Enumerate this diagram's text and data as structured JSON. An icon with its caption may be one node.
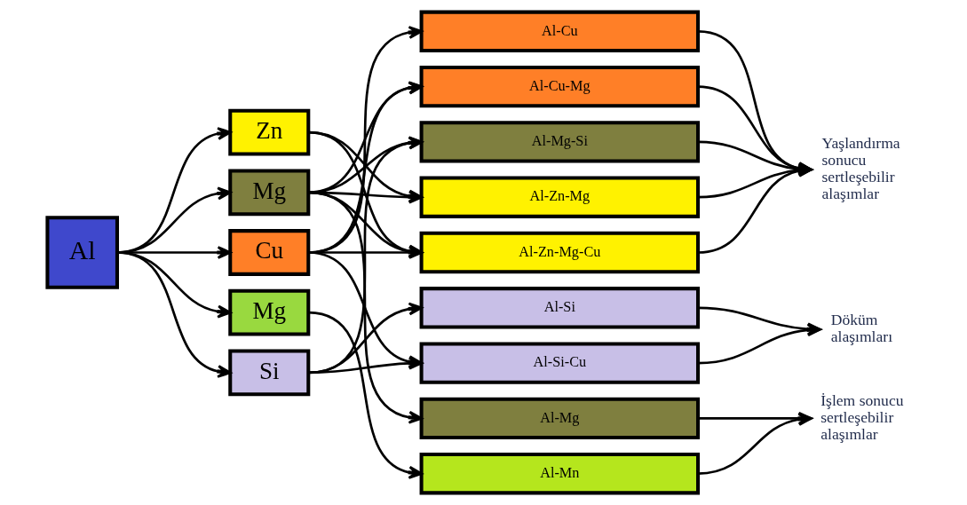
{
  "diagram": {
    "nodes": [
      {
        "text": [
          "Al"
        ]
      },
      {
        "text": [
          "Zn"
        ]
      },
      {
        "text": [
          "Mg"
        ]
      },
      {
        "text": [
          "Cu"
        ]
      },
      {
        "text": [
          "Mg"
        ]
      },
      {
        "text": [
          "Si"
        ]
      },
      {
        "text": [
          "Al-Cu"
        ]
      },
      {
        "text": [
          "Al-Cu-Mg"
        ]
      },
      {
        "text": [
          "Al-Mg-Si"
        ]
      },
      {
        "text": [
          "Al-Zn-Mg"
        ]
      },
      {
        "text": [
          "Al-Zn-Mg-Cu"
        ]
      },
      {
        "text": [
          "Al-Si"
        ]
      },
      {
        "text": [
          "Al-Si-Cu"
        ]
      },
      {
        "text": [
          "Al-Mg"
        ]
      },
      {
        "text": [
          "Al-Mn"
        ]
      },
      {
        "text": [
          "Yaşlandırma sonucu sertleşebilir alaşımlar"
        ]
      },
      {
        "text": [
          "Döküm alaşımları"
        ]
      },
      {
        "text": [
          "İşlem sonucu sertleşebilir alaşımlar"
        ]
      }
    ],
    "edges": [
      {
        "from": 0,
        "to": 1,
        "arrow": "to"
      },
      {
        "from": 0,
        "to": 2,
        "arrow": "to"
      },
      {
        "from": 0,
        "to": 3,
        "arrow": "to"
      },
      {
        "from": 0,
        "to": 4,
        "arrow": "to"
      },
      {
        "from": 0,
        "to": 5,
        "arrow": "to"
      },
      {
        "from": 1,
        "to": 9,
        "arrow": "to"
      },
      {
        "from": 1,
        "to": 10,
        "arrow": "to"
      },
      {
        "from": 2,
        "to": 7,
        "arrow": "to"
      },
      {
        "from": 2,
        "to": 8,
        "arrow": "to"
      },
      {
        "from": 2,
        "to": 9,
        "arrow": "to"
      },
      {
        "from": 2,
        "to": 10,
        "arrow": "to"
      },
      {
        "from": 2,
        "to": 13,
        "arrow": "to"
      },
      {
        "from": 3,
        "to": 6,
        "arrow": "to"
      },
      {
        "from": 3,
        "to": 7,
        "arrow": "to"
      },
      {
        "from": 3,
        "to": 10,
        "arrow": "to"
      },
      {
        "from": 3,
        "to": 12,
        "arrow": "to"
      },
      {
        "from": 4,
        "to": 14,
        "arrow": "to"
      },
      {
        "from": 5,
        "to": 8,
        "arrow": "to"
      },
      {
        "from": 5,
        "to": 11,
        "arrow": "to"
      },
      {
        "from": 5,
        "to": 12,
        "arrow": "to"
      },
      {
        "from": 6,
        "to": 15,
        "arrow": "to"
      },
      {
        "from": 7,
        "to": 15,
        "arrow": "to"
      },
      {
        "from": 8,
        "to": 15,
        "arrow": "to"
      },
      {
        "from": 9,
        "to": 15,
        "arrow": "to"
      },
      {
        "from": 10,
        "to": 15,
        "arrow": "to"
      },
      {
        "from": 11,
        "to": 16,
        "arrow": "to"
      },
      {
        "from": 12,
        "to": 16,
        "arrow": "to"
      },
      {
        "from": 13,
        "to": 17,
        "arrow": "to"
      },
      {
        "from": 14,
        "to": 17,
        "arrow": "to"
      }
    ]
  }
}
